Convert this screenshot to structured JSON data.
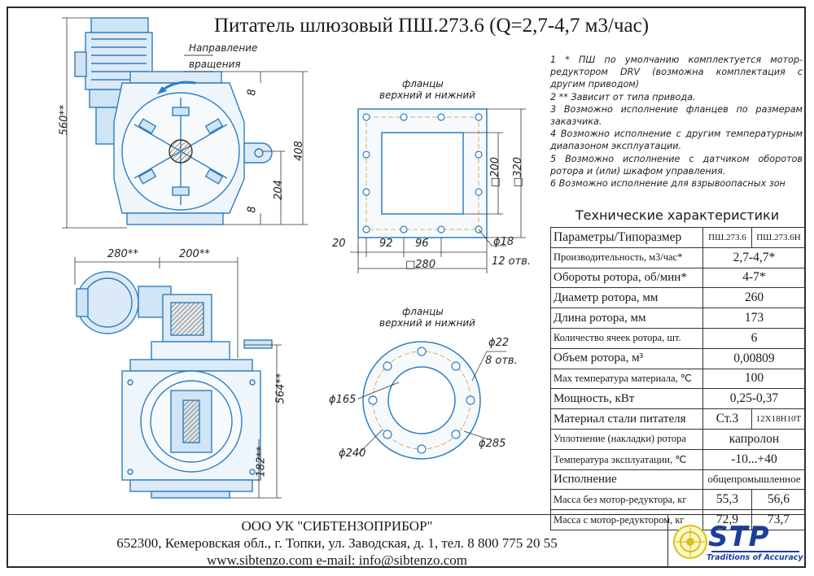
{
  "title": "Питатель шлюзовый ПШ.273.6 (Q=2,7-4,7 м3/час)",
  "drawing": {
    "rotation_label_1": "Направление",
    "rotation_label_2": "вращения",
    "flange_label_1a": "фланцы",
    "flange_label_1b": "верхний и нижний",
    "flange_label_2a": "фланцы",
    "flange_label_2b": "верхний и нижний",
    "dims": {
      "d560": "560**",
      "d408": "408",
      "d204": "204",
      "d8a": "8",
      "d8b": "8",
      "d280s": "280**",
      "d200s": "200**",
      "d564": "564**",
      "d182": "182**",
      "d20": "20",
      "d92": "92",
      "d96": "96",
      "sq280": "□280",
      "sq200": "□200",
      "sq320": "□320",
      "phi18": "ϕ18",
      "holes12": "12 отв.",
      "phi22": "ϕ22",
      "holes8": "8 отв.",
      "phi165": "ϕ165",
      "phi240": "ϕ240",
      "phi285": "ϕ285"
    }
  },
  "notes": [
    "1 *  ПШ по умолчанию комплектуется мотор-редуктором DRV (возможна комплектация с другим приводом)",
    "2 ** Зависит от типа привода.",
    "3 Возможно исполнение фланцев по размерам заказчика.",
    "4 Возможно исполнение с другим температурным диапазоном эксплуатации.",
    "5 Возможно исполнение с датчиком оборотов ротора и (или) шкафом управления.",
    "6 Возможно исполнение для взрывоопасных зон"
  ],
  "specs": {
    "title": "Технические характеристики",
    "header": {
      "param": "Параметры/Типоразмер",
      "col1": "ПШ.273.6",
      "col2": "ПШ.273.6Н"
    },
    "rows": [
      {
        "param": "Производительность, м3/час*",
        "value": "2,7-4,7*"
      },
      {
        "param": "Обороты ротора, об/мин*",
        "value": "4-7*"
      },
      {
        "param": "Диаметр ротора, мм",
        "value": "260"
      },
      {
        "param": "Длина ротора, мм",
        "value": "173"
      },
      {
        "param": "Количество ячеек ротора, шт.",
        "value": "6"
      },
      {
        "param": "Объем ротора, м³",
        "value": "0,00809"
      },
      {
        "param": "Max температура материала, ℃",
        "value": "100"
      },
      {
        "param": "Мощность, кВт",
        "value": "0,25-0,37"
      }
    ],
    "steel": {
      "param": "Материал стали питателя",
      "v1": "Ст.3",
      "v2": "12Х18Н10Т"
    },
    "rows2": [
      {
        "param": "Уплотнение (накладки) ротора",
        "value": "капролон"
      },
      {
        "param": "Температура эксплуатации, ℃",
        "value": "-10...+40"
      },
      {
        "param": "Исполнение",
        "value": "общепромышленное"
      }
    ],
    "mass1": {
      "param": "Масса без мотор-редуктора, кг",
      "v1": "55,3",
      "v2": "56,6"
    },
    "mass2": {
      "param": "Масса с мотор-редуктором, кг",
      "v1": "72,9",
      "v2": "73,7"
    }
  },
  "company": {
    "name": "ООО УК \"СИБТЕНЗОПРИБОР\"",
    "address": "652300, Кемеровская обл., г. Топки, ул. Заводская, д. 1, тел. 8 800 775 20 55",
    "web": "www.sibtenzo.com e-mail: info@sibtenzo.com"
  },
  "logo": {
    "text": "STP",
    "tagline": "Traditions of Accuracy",
    "icon": "seal-logo-icon"
  },
  "colors": {
    "steel_blue": "#4a90c8",
    "light_blue": "#cfe4f4",
    "logo_blue": "#1a3f9a",
    "logo_yellow": "#d9c21a"
  }
}
